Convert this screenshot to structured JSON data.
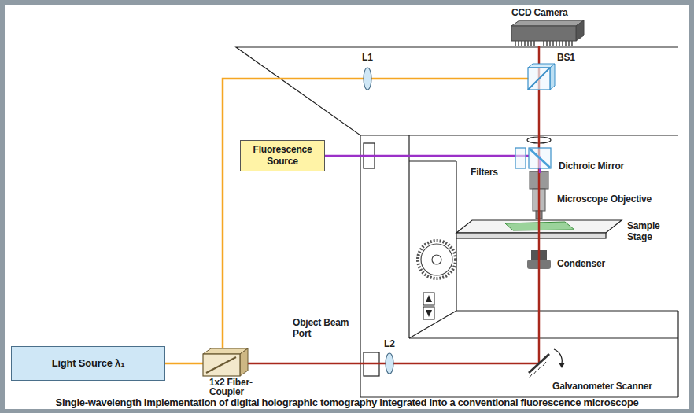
{
  "diagram": {
    "caption": "Single-wavelength implementation of digital holographic tomography integrated into a conventional fluorescence microscope",
    "nodes": [
      {
        "text": [
          "Fluorescence Source"
        ]
      },
      {
        "text": [
          "Light Source λ₁"
        ]
      }
    ],
    "labels": [
      "CCD Camera",
      "L1",
      "BS1",
      "Dichroic Mirror",
      "Filters",
      "Microscope Objective",
      "Sample Stage",
      "Condenser",
      "Object Beam Port",
      "L2",
      "1x2 Fiber-Coupler",
      "Galvanometer Scanner"
    ]
  }
}
